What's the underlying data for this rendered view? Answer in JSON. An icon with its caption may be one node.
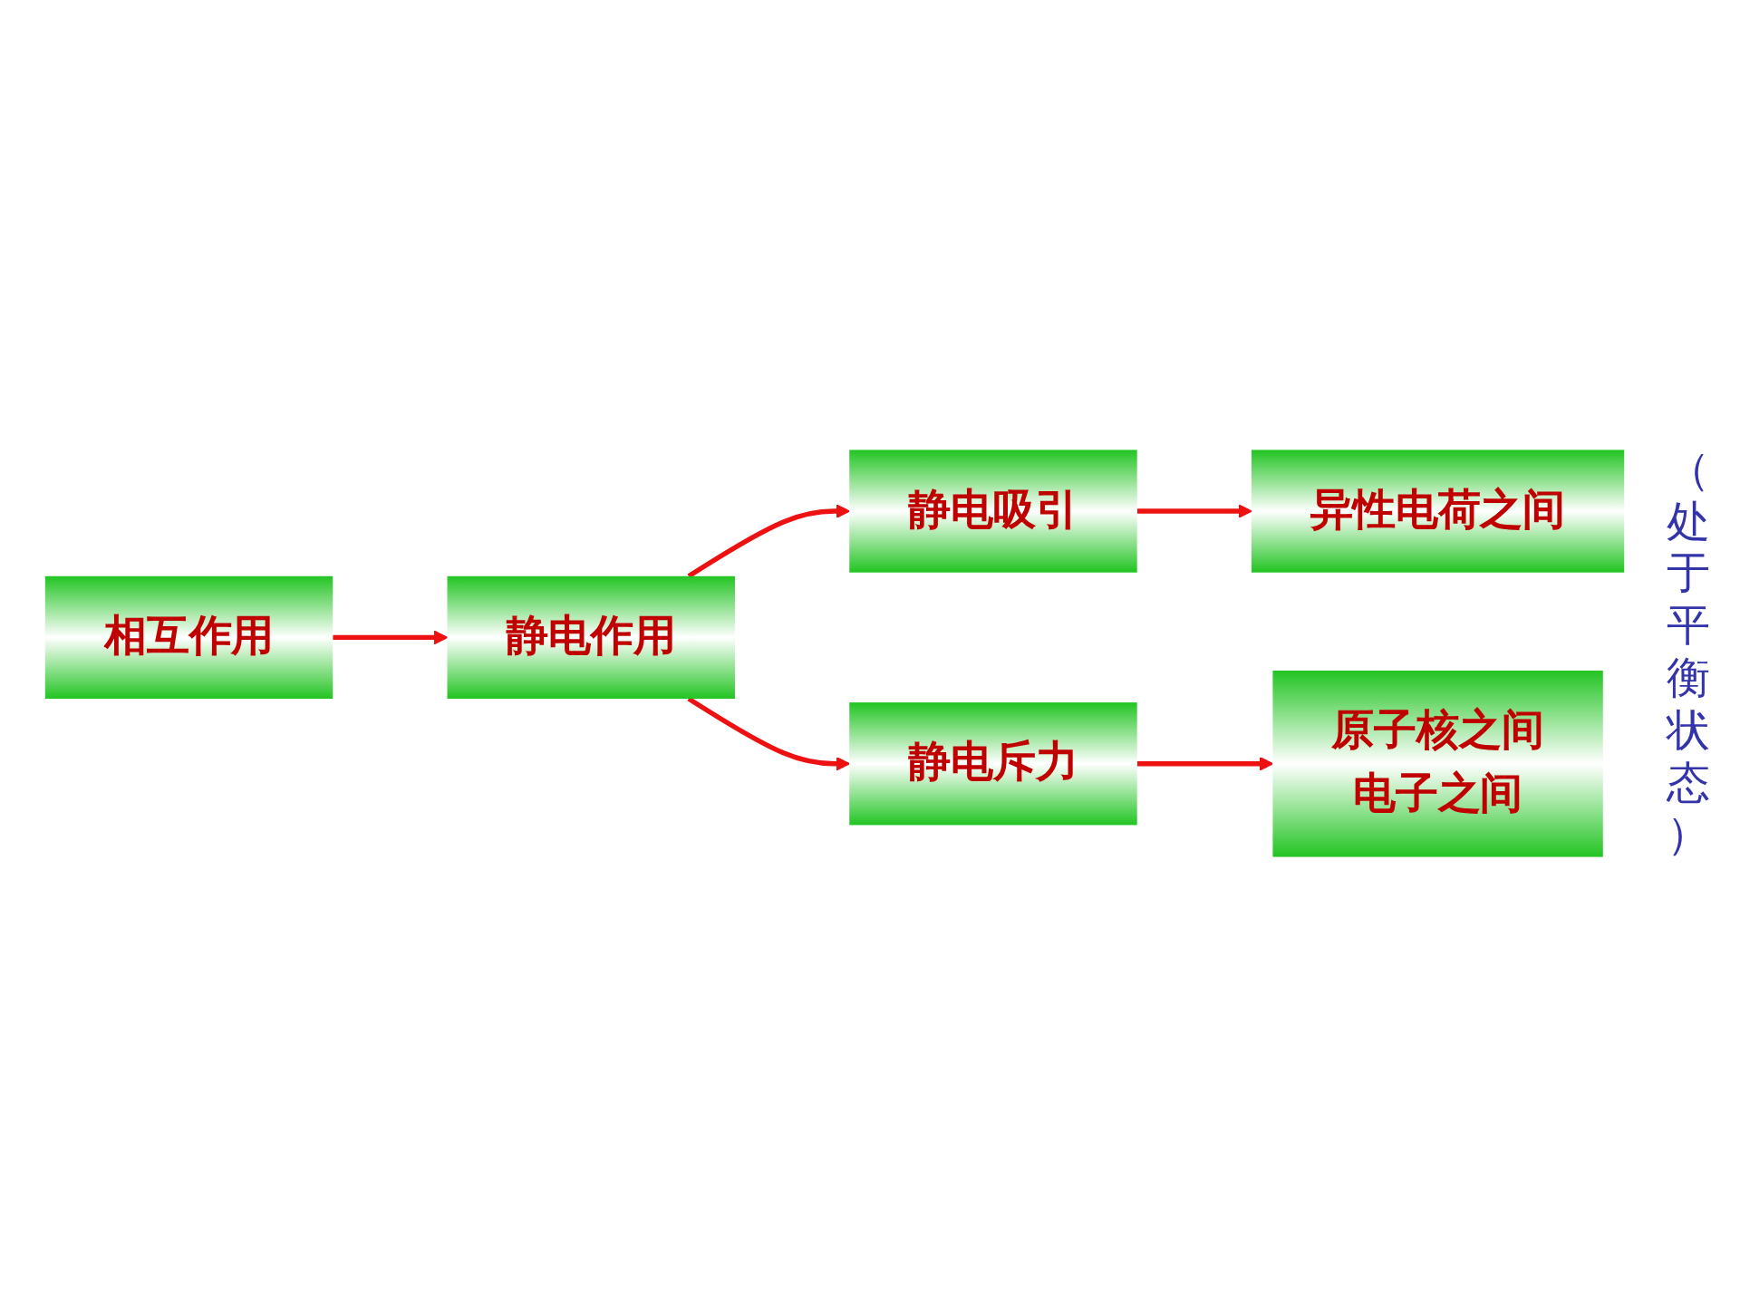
{
  "diagram": {
    "nodes": [
      {
        "text": [
          "相互作用"
        ]
      },
      {
        "text": [
          "静电作用"
        ]
      },
      {
        "text": [
          "静电吸引"
        ]
      },
      {
        "text": [
          "静电斥力"
        ]
      },
      {
        "text": [
          "异性电荷之间"
        ]
      },
      {
        "text": [
          "原子核之间",
          "电子之间"
        ]
      }
    ],
    "edges": [
      {
        "from": 0,
        "to": 1,
        "arrow": "to"
      },
      {
        "from": 1,
        "to": 2,
        "arrow": "to"
      },
      {
        "from": 1,
        "to": 3,
        "arrow": "to"
      },
      {
        "from": 2,
        "to": 4,
        "arrow": "to"
      },
      {
        "from": 3,
        "to": 5,
        "arrow": "to"
      }
    ],
    "labels": [
      "（处于平衡状态）"
    ]
  }
}
